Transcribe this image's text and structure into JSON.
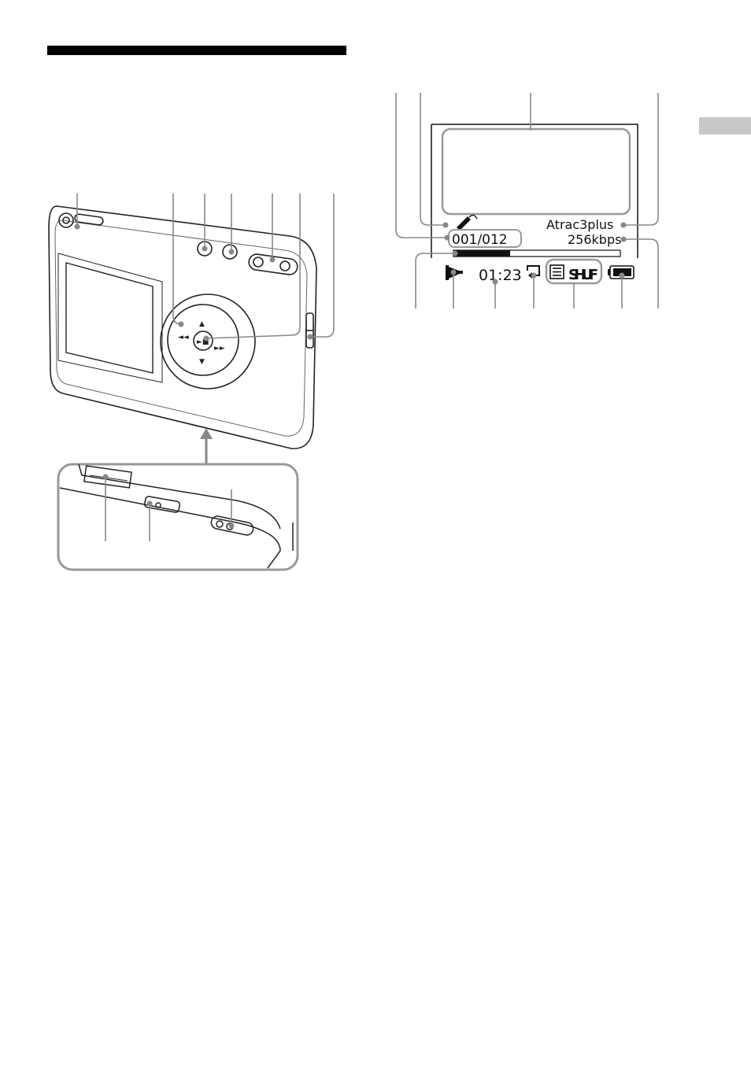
{
  "display": {
    "track_counter": "001/012",
    "codec": "Atrac3plus",
    "bitrate": "256kbps",
    "elapsed_time": "01:23",
    "play_mode": "SHUF",
    "progress_fraction": 0.34
  },
  "colors": {
    "ink": "#111111",
    "callout": "#888888",
    "device_outline": "#222222",
    "side_tab": "#c8c8c8"
  },
  "icons": {
    "rating": "pen-nib-icon",
    "play_state": "play-icon",
    "repeat": "repeat-icon",
    "playlist": "list-icon",
    "battery": "battery-icon",
    "control_keys": [
      "previous-icon",
      "next-icon",
      "up-icon",
      "down-icon",
      "play-stop-icon"
    ],
    "pointer": "arrow-up-icon"
  }
}
